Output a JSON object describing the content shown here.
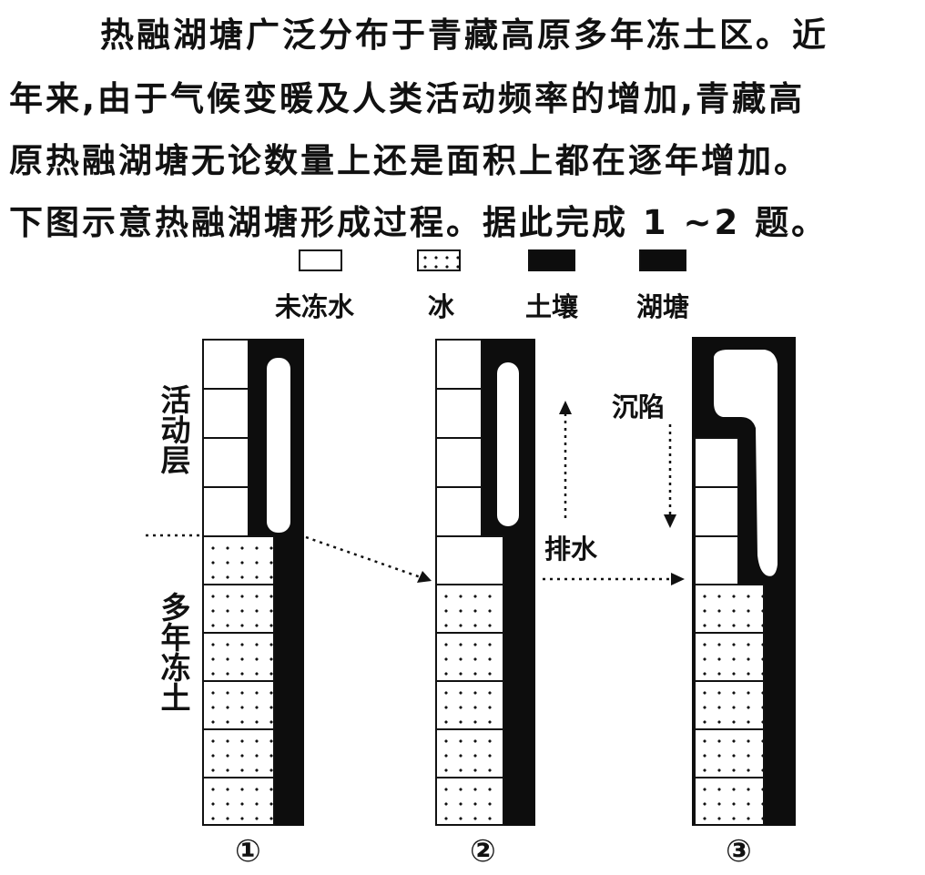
{
  "question": {
    "line1": "热融湖塘广泛分布于青藏高原多年冻土区。近",
    "line2": "年来,由于气候变暖及人类活动频率的增加,青藏高",
    "line3": "原热融湖塘无论数量上还是面积上都在逐年增加。",
    "line4": "下图示意热融湖塘形成过程。据此完成 1 ~2 题。"
  },
  "legend": {
    "unfrozen_water": "未冻水",
    "ice": "冰",
    "soil": "土壤",
    "lake": "湖塘"
  },
  "diagram": {
    "active_layer": "活动层",
    "permafrost": "多年冻土",
    "drainage": "排水",
    "subsidence": "沉陷",
    "panel_labels": [
      "①",
      "②",
      "③"
    ]
  },
  "colors": {
    "ink": "#111111",
    "soil": "#0d0d0d",
    "paper": "#ffffff"
  }
}
